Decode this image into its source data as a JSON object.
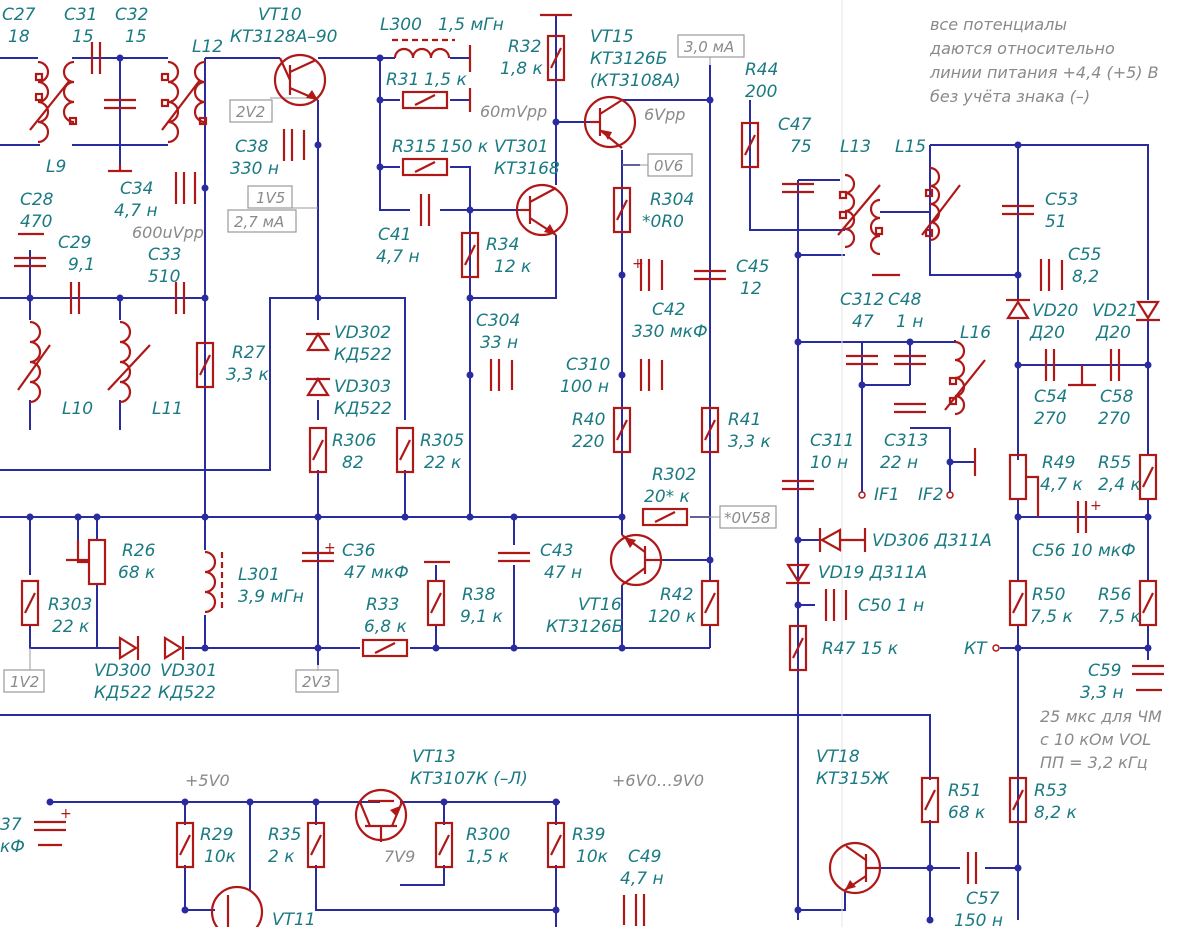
{
  "note": {
    "lines": [
      "все потенциалы",
      "даются относительно",
      "линии питания +4,4 (+5) В",
      "без учёта знака (–)"
    ]
  },
  "tags": {
    "v_2v2": "2V2",
    "v_1v5": "1V5",
    "i_27ma": "2,7 мА",
    "i_30ma": "3,0 мА",
    "v_0v6": "0V6",
    "v_0v58": "*0V58",
    "v_1v2": "1V2",
    "v_2v3": "2V3"
  },
  "grey_labels": {
    "vpp600": "600uVpp",
    "vpp60": "60mVpp",
    "vpp6": "6Vpp",
    "v5": "+5V0",
    "v69": "+6V0…9V0",
    "v79": "7V9",
    "fm1": "25 мкс для ЧМ",
    "fm2": "с 10 кОм VOL",
    "fm3": "ПП = 3,2 кГц"
  },
  "components": {
    "c27": [
      "C27",
      "18"
    ],
    "c31": [
      "C31",
      "15"
    ],
    "c32": [
      "C32",
      "15"
    ],
    "l12": "L12",
    "l9": "L9",
    "vt10": [
      "VT10",
      "КТ3128А–90"
    ],
    "l300": [
      "L300",
      "1,5 мГн"
    ],
    "r32": [
      "R32",
      "1,8 к"
    ],
    "vt15": [
      "VT15",
      "КТ3126Б",
      "(КТ3108А)"
    ],
    "r44": [
      "R44",
      "200"
    ],
    "r31": [
      "R31",
      "1,5 к"
    ],
    "c38": [
      "C38",
      "330 н"
    ],
    "r315": [
      "R315",
      "150 к"
    ],
    "vt301": [
      "VT301",
      "КТ3168"
    ],
    "c47": [
      "C47",
      "75"
    ],
    "l13": "L13",
    "l15": "L15",
    "c34": [
      "C34",
      "4,7 н"
    ],
    "r304": [
      "R304",
      "*0R0"
    ],
    "c53": [
      "C53",
      "51"
    ],
    "c28": [
      "C28",
      "470"
    ],
    "c41": [
      "C41",
      "4,7 н"
    ],
    "c29": [
      "C29",
      "9,1"
    ],
    "c33": [
      "C33",
      "510"
    ],
    "r34": [
      "R34",
      "12 к"
    ],
    "c45": [
      "C45",
      "12"
    ],
    "c55": [
      "C55",
      "8,2"
    ],
    "c42": [
      "C42",
      "330 мкФ"
    ],
    "c304": [
      "C304",
      "33 н"
    ],
    "vd302": [
      "VD302",
      "КД522"
    ],
    "vd303": [
      "VD303",
      "КД522"
    ],
    "vd20": [
      "VD20",
      "Д20"
    ],
    "vd21": [
      "VD21",
      "Д20"
    ],
    "c312": [
      "C312",
      "47"
    ],
    "c48": [
      "C48",
      "1 н"
    ],
    "l16": "L16",
    "r27": [
      "R27",
      "3,3 к"
    ],
    "c310": [
      "C310",
      "100 н"
    ],
    "l10": "L10",
    "l11": "L11",
    "c54": [
      "C54",
      "270"
    ],
    "c58": [
      "C58",
      "270"
    ],
    "r306": [
      "R306",
      "82"
    ],
    "r305": [
      "R305",
      "22 к"
    ],
    "r40": [
      "R40",
      "220"
    ],
    "r41": [
      "R41",
      "3,3 к"
    ],
    "c311": [
      "C311",
      "10 н"
    ],
    "c313": [
      "C313",
      "22 н"
    ],
    "r49": [
      "R49",
      "4,7 к"
    ],
    "r55": [
      "R55",
      "2,4 к"
    ],
    "r302": [
      "R302",
      "20* к"
    ],
    "if1": "IF1",
    "if2": "IF2",
    "vd306": "VD306 Д311А",
    "c56": "C56 10 мкФ",
    "r26": [
      "R26",
      "68 к"
    ],
    "c36": [
      "C36",
      "47 мкФ"
    ],
    "c43": [
      "C43",
      "47 н"
    ],
    "l301": [
      "L301",
      "3,9 мГн"
    ],
    "vd19": "VD19 Д311А",
    "r303": [
      "R303",
      "22 к"
    ],
    "r33": [
      "R33",
      "6,8 к"
    ],
    "r38": [
      "R38",
      "9,1 к"
    ],
    "vt16": [
      "VT16",
      "КТ3126Б"
    ],
    "r42": [
      "R42",
      "120 к"
    ],
    "c50": "C50 1 н",
    "r50": [
      "R50",
      "7,5 к"
    ],
    "r56": [
      "R56",
      "7,5 к"
    ],
    "vd300": [
      "VD300",
      "КД522"
    ],
    "vd301": [
      "VD301",
      "КД522"
    ],
    "r47": "R47 15 к",
    "kt": "КТ",
    "c59": [
      "C59",
      "3,3 н"
    ],
    "vt13": [
      "VT13",
      "КТ3107К (–Л)"
    ],
    "vt18": [
      "VT18",
      "КТ315Ж"
    ],
    "c37": [
      "37",
      "кФ"
    ],
    "r29": [
      "R29",
      "10к"
    ],
    "r35": [
      "R35",
      "2 к"
    ],
    "r300": [
      "R300",
      "1,5 к"
    ],
    "r39": [
      "R39",
      "10к"
    ],
    "c49": [
      "C49",
      "4,7 н"
    ],
    "r51": [
      "R51",
      "68 к"
    ],
    "r53": [
      "R53",
      "8,2 к"
    ],
    "vt11": "VT11",
    "c57": [
      "C57",
      "150 н"
    ]
  }
}
